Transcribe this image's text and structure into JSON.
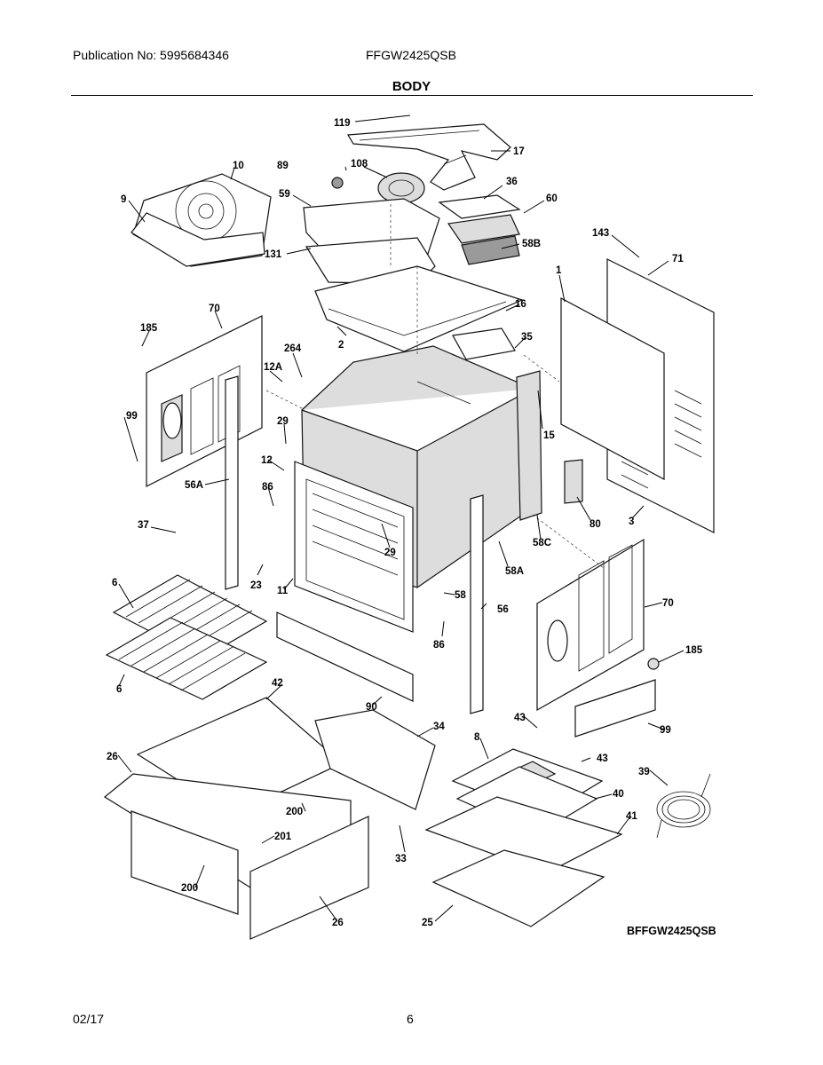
{
  "header": {
    "publication": "Publication No: 5995684346",
    "model": "FFGW2425QSB",
    "section_title": "BODY"
  },
  "diagram": {
    "part_labels": [
      "119",
      "17",
      "108",
      "89",
      "10",
      "9",
      "59",
      "36",
      "60",
      "143",
      "71",
      "131",
      "58B",
      "1",
      "16",
      "70",
      "185",
      "2",
      "35",
      "264",
      "12A",
      "99",
      "29",
      "15",
      "12",
      "56A",
      "86",
      "80",
      "3",
      "58C",
      "37",
      "29",
      "58A",
      "23",
      "11",
      "58",
      "6",
      "70",
      "86",
      "56",
      "185",
      "6",
      "42",
      "90",
      "43",
      "99",
      "34",
      "8",
      "43",
      "26",
      "39",
      "40",
      "200",
      "41",
      "201",
      "33",
      "200",
      "26",
      "25"
    ],
    "model_code": "BFFGW2425QSB"
  },
  "footer": {
    "date": "02/17",
    "page": "6"
  }
}
